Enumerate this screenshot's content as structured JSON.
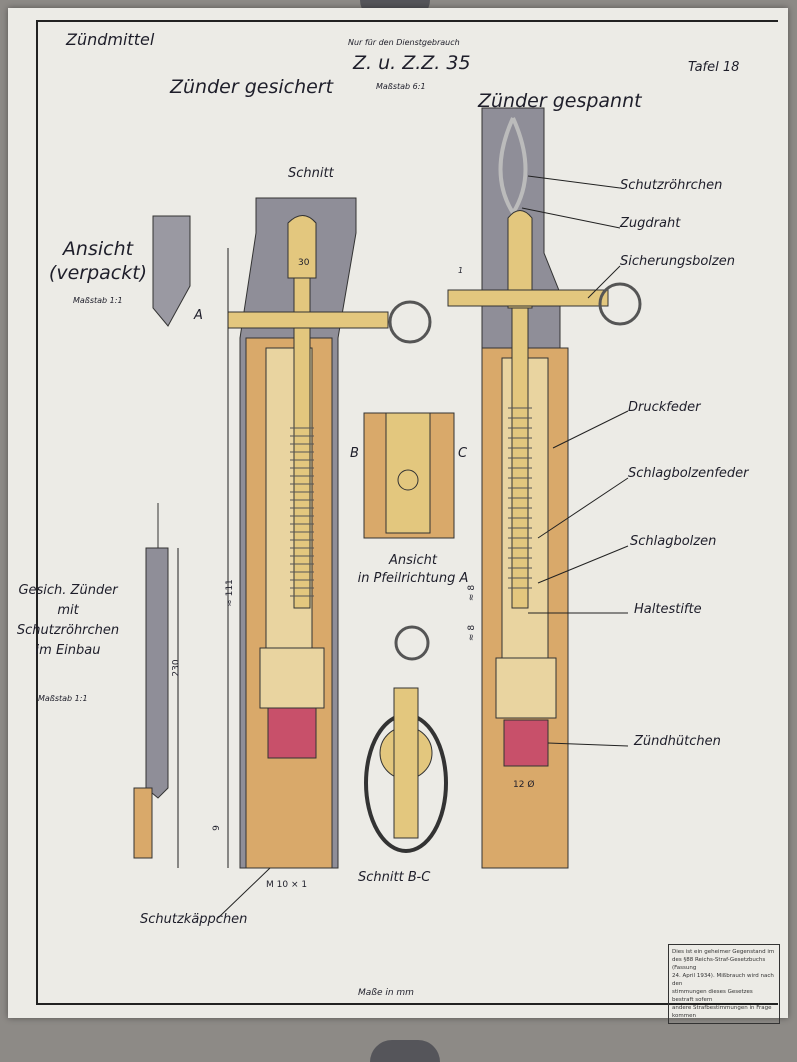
{
  "header": {
    "section": "Zündmittel",
    "restriction": "Nur für den Dienstgebrauch",
    "title": "Z. u. Z.Z. 35",
    "plate": "Tafel 18",
    "scale_main": "Maßstab 6:1"
  },
  "views": {
    "left_title": "Zünder gesichert",
    "right_title": "Zünder gespannt",
    "section_label": "Schnitt",
    "packed_title_1": "Ansicht",
    "packed_title_2": "(verpackt)",
    "packed_scale": "Maßstab 1:1",
    "installed_1": "Gesich. Zünder",
    "installed_2": "mit",
    "installed_3": "Schutzröhrchen",
    "installed_4": "im Einbau",
    "installed_scale": "Maßstab 1:1",
    "arrow_view_1": "Ansicht",
    "arrow_view_2": "in Pfeilrichtung A",
    "section_bc": "Schnitt B-C"
  },
  "markers": {
    "a": "A",
    "b": "B",
    "c": "C",
    "one": "1"
  },
  "dimensions": {
    "d30": "30",
    "d111": "≈ 111",
    "d230": "230",
    "d9": "9",
    "d8a": "≈ 8",
    "d8b": "≈ 8",
    "d12": "12 Ø",
    "thread": "M 10 × 1"
  },
  "parts": [
    "Schutzröhrchen",
    "Zugdraht",
    "Sicherungsbolzen",
    "Druckfeder",
    "Schlagbolzenfeder",
    "Schlagbolzen",
    "Haltestifte",
    "Zündhütchen"
  ],
  "cap_label": "Schutzkäppchen",
  "footer": "Maße in mm",
  "notice_lines": [
    "Dies ist ein geheimer Gegenstand im",
    "des §88 Reichs-Straf-Gesetzbuchs (Fassung",
    "24. April 1934). Mißbrauch wird nach den",
    "stimmungen dieses Gesetzes bestraft sofern",
    "andere Strafbestimmungen in Frage kommen"
  ],
  "colors": {
    "brass": "#e3c77e",
    "body": "#d9a96a",
    "tube": "#8f8e98",
    "primer": "#c8506a",
    "ink": "#1e1e2a"
  }
}
